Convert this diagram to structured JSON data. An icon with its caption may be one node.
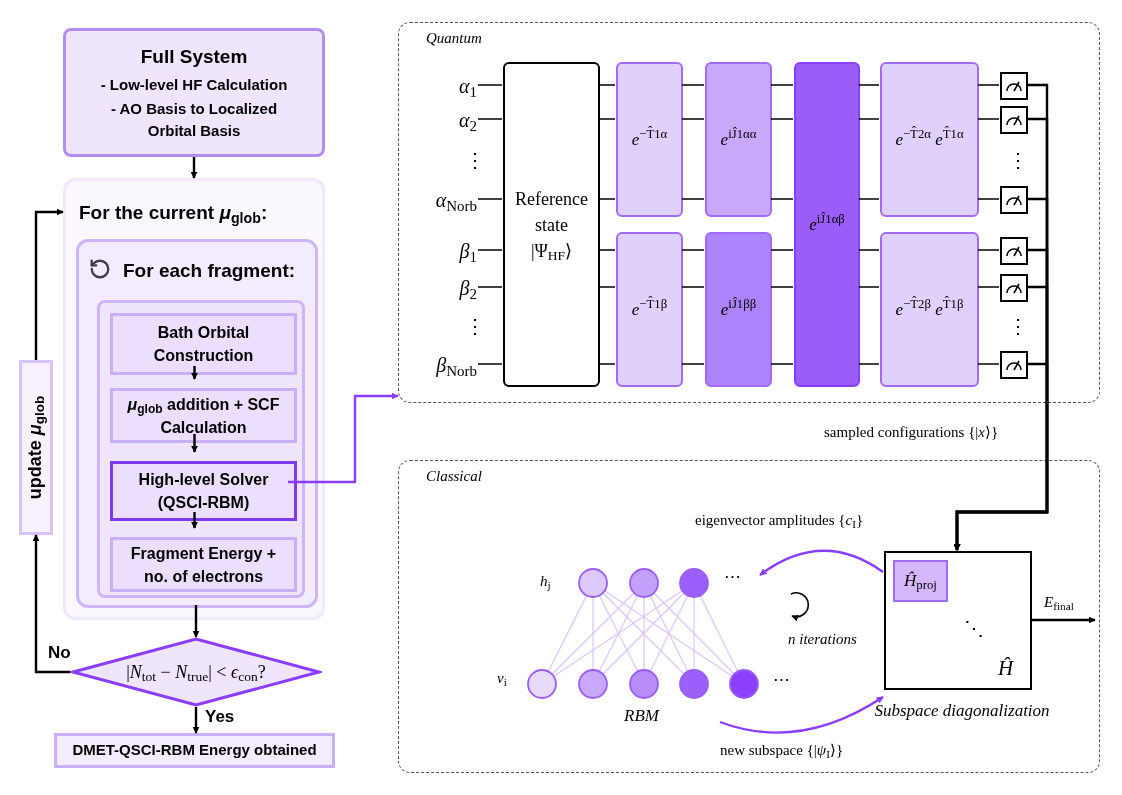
{
  "diagram": {
    "nodes": [
      {
        "text": [
          "Full System",
          "- Low-level HF Calculation",
          "- AO Basis to Localized Orbital Basis"
        ]
      },
      {
        "text": [
          "For the current *μ*$_{glob}$:"
        ]
      },
      {
        "text": [
          "For each fragment:"
        ],
        "in": 1
      },
      {
        "text": [],
        "shape": "box",
        "in": 2
      },
      {
        "text": [
          "Bath Orbital Construction"
        ],
        "in": 3
      },
      {
        "text": [
          "*μ*$_{glob}$ addition + SCF Calculation"
        ],
        "in": 3
      },
      {
        "text": [
          "High-level Solver (QSCI-RBM)"
        ],
        "in": 3
      },
      {
        "text": [
          "Fragment Energy + no. of electrons"
        ],
        "in": 3
      },
      {
        "text": [
          "|*N*$_{tot}$ − *N*$_{true}$| < *ϵ*$_{con}$?"
        ]
      },
      {
        "text": [
          "DMET-QSCI-RBM Energy obtained"
        ]
      },
      {
        "text": [
          "update *μ*$_{glob}$"
        ]
      },
      {
        "text": [
          "Quantum"
        ]
      },
      {
        "text": [
          "*α*$_{1}$"
        ],
        "in": 11
      },
      {
        "text": [
          "*α*$_{2}$"
        ],
        "in": 11
      },
      {
        "text": [
          "*α*$_{Norb}$"
        ],
        "in": 11
      },
      {
        "text": [
          "*β*$_{1}$"
        ],
        "in": 11
      },
      {
        "text": [
          "*β*$_{2}$"
        ],
        "in": 11
      },
      {
        "text": [
          "*β*$_{Norb}$"
        ],
        "in": 11
      },
      {
        "text": [
          "Reference state",
          "|Ψ$_{HF}$⟩"
        ],
        "in": 11
      },
      {
        "text": [
          "*e*$^{−T̂1α}$"
        ],
        "in": 11
      },
      {
        "text": [
          "*e*$^{iĴ1αα}$"
        ],
        "in": 11
      },
      {
        "text": [
          "*e*$^{iĴ1αβ}$"
        ],
        "in": 11
      },
      {
        "text": [
          "*e*$^{−T̂2α}$ *e*$^{T̂1α}$"
        ],
        "in": 11
      },
      {
        "text": [
          "*e*$^{−T̂1β}$"
        ],
        "in": 11
      },
      {
        "text": [
          "*e*$^{iĴ1ββ}$"
        ],
        "in": 11
      },
      {
        "text": [
          "*e*$^{−T̂2β}$ *e*$^{T̂1β}$"
        ],
        "in": 11
      },
      {
        "text": [],
        "shape": "box",
        "in": 11
      },
      {
        "text": [],
        "shape": "box",
        "in": 11
      },
      {
        "text": [],
        "shape": "box",
        "in": 11
      },
      {
        "text": [],
        "shape": "box",
        "in": 11
      },
      {
        "text": [],
        "shape": "box",
        "in": 11
      },
      {
        "text": [],
        "shape": "box",
        "in": 11
      },
      {
        "text": [
          "Classical"
        ]
      },
      {
        "text": [
          "*RBM*"
        ],
        "in": 32
      },
      {
        "text": [
          "⋱",
          "*Ĥ*"
        ],
        "in": 32,
        "beside": [
          "*Subspace diagonalization*"
        ]
      },
      {
        "text": [
          "*Ĥ*$_{proj}$"
        ],
        "in": 34
      }
    ],
    "edges": [
      {
        "from": 0,
        "to": 1,
        "arrow": "to"
      },
      {
        "from": 4,
        "to": 5,
        "arrow": "to"
      },
      {
        "from": 5,
        "to": 6,
        "arrow": "to"
      },
      {
        "from": 6,
        "to": 7,
        "arrow": "to"
      },
      {
        "from": 2,
        "to": 8,
        "arrow": "to"
      },
      {
        "from": 8,
        "to": 9,
        "arrow": "to",
        "label": "Yes"
      },
      {
        "from": 8,
        "to": 10,
        "arrow": "to",
        "label": "No"
      },
      {
        "from": 10,
        "to": 1,
        "arrow": "to"
      },
      {
        "from": 6,
        "to": 11,
        "arrow": "to",
        "color": "#8b3dff"
      },
      {
        "from": 12,
        "to": 18,
        "arrow": "none"
      },
      {
        "from": 18,
        "to": 19,
        "arrow": "none"
      },
      {
        "from": 19,
        "to": 20,
        "arrow": "none"
      },
      {
        "from": 20,
        "to": 21,
        "arrow": "none"
      },
      {
        "from": 21,
        "to": 22,
        "arrow": "none"
      },
      {
        "from": 22,
        "to": 26,
        "arrow": "none"
      },
      {
        "from": 13,
        "to": 18,
        "arrow": "none"
      },
      {
        "from": 18,
        "to": 19,
        "arrow": "none"
      },
      {
        "from": 19,
        "to": 20,
        "arrow": "none"
      },
      {
        "from": 20,
        "to": 21,
        "arrow": "none"
      },
      {
        "from": 21,
        "to": 22,
        "arrow": "none"
      },
      {
        "from": 22,
        "to": 27,
        "arrow": "none"
      },
      {
        "from": 14,
        "to": 18,
        "arrow": "none"
      },
      {
        "from": 18,
        "to": 19,
        "arrow": "none"
      },
      {
        "from": 19,
        "to": 20,
        "arrow": "none"
      },
      {
        "from": 20,
        "to": 21,
        "arrow": "none"
      },
      {
        "from": 21,
        "to": 22,
        "arrow": "none"
      },
      {
        "from": 22,
        "to": 28,
        "arrow": "none"
      },
      {
        "from": 15,
        "to": 18,
        "arrow": "none"
      },
      {
        "from": 18,
        "to": 23,
        "arrow": "none"
      },
      {
        "from": 23,
        "to": 24,
        "arrow": "none"
      },
      {
        "from": 24,
        "to": 21,
        "arrow": "none"
      },
      {
        "from": 21,
        "to": 25,
        "arrow": "none"
      },
      {
        "from": 25,
        "to": 29,
        "arrow": "none"
      },
      {
        "from": 16,
        "to": 18,
        "arrow": "none"
      },
      {
        "from": 18,
        "to": 23,
        "arrow": "none"
      },
      {
        "from": 23,
        "to": 24,
        "arrow": "none"
      },
      {
        "from": 24,
        "to": 21,
        "arrow": "none"
      },
      {
        "from": 21,
        "to": 25,
        "arrow": "none"
      },
      {
        "from": 25,
        "to": 30,
        "arrow": "none"
      },
      {
        "from": 17,
        "to": 18,
        "arrow": "none"
      },
      {
        "from": 18,
        "to": 23,
        "arrow": "none"
      },
      {
        "from": 23,
        "to": 24,
        "arrow": "none"
      },
      {
        "from": 24,
        "to": 21,
        "arrow": "none"
      },
      {
        "from": 21,
        "to": 25,
        "arrow": "none"
      },
      {
        "from": 25,
        "to": 31,
        "arrow": "none"
      },
      {
        "from": 26,
        "to": 34,
        "arrow": "to",
        "label": "sampled configurations {|*x*⟩}"
      },
      {
        "from": 27,
        "to": 34,
        "arrow": "to"
      },
      {
        "from": 28,
        "to": 34,
        "arrow": "to"
      },
      {
        "from": 29,
        "to": 34,
        "arrow": "to"
      },
      {
        "from": 30,
        "to": 34,
        "arrow": "to"
      },
      {
        "from": 31,
        "to": 34,
        "arrow": "to"
      },
      {
        "from": 34,
        "to": 33,
        "arrow": "to",
        "label": "eigenvector amplitudes {*c*$_{I}$}",
        "color": "#8b3dff"
      },
      {
        "from": 33,
        "to": 34,
        "arrow": "to",
        "label": "new subspace {|*ψ*$_{I}$⟩}",
        "color": "#8b3dff"
      },
      {
        "from": 34,
        "to": null,
        "arrow": "to",
        "label": "*E*$_{final}$"
      }
    ],
    "labels": [
      "⋮",
      "⋮",
      "⋮",
      "⋮",
      "*h*$_{j}$",
      "⋯",
      "*n iterations*",
      "*v*$_{i}$",
      "⋯"
    ]
  }
}
